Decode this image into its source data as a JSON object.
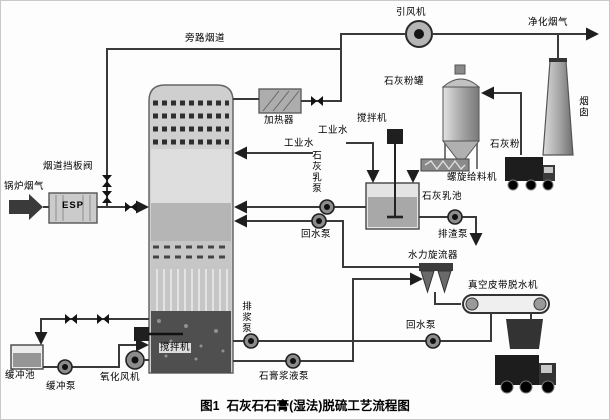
{
  "colors": {
    "ink": "#1a1a1a",
    "steel": "#9b9b9b",
    "pool_dark": "#4f4f4f",
    "background": "#ffffff"
  },
  "caption": {
    "figure": "图1",
    "title": "石灰石石膏(湿法)脱硫工艺流程图"
  },
  "labels": {
    "boiler_flue_gas": "锅炉烟气",
    "flue_damper_valve": "烟道挡板阀",
    "esp": "ESP",
    "bypass_flue": "旁路烟道",
    "induced_draft_fan": "引风机",
    "clean_flue_gas": "净化烟气",
    "chimney": "烟囱",
    "heater": "加热器",
    "industrial_water_tower": "工业水",
    "industrial_water_tank": "工业水",
    "agitator_top": "搅拌机",
    "lime_powder_tank": "石灰粉罐",
    "lime_powder": "石灰粉",
    "lime_milk_pump": "石灰乳泵",
    "screw_feeder": "螺旋给料机",
    "lime_milk_pool": "石灰乳池",
    "return_water_pump_upper": "回水泵",
    "slag_discharge_pump": "排渣泵",
    "hydrocyclone": "水力旋流器",
    "vacuum_belt_dewaterer": "真空皮带脱水机",
    "slurry_discharge_pump": "排浆泵",
    "return_water_pump_lower": "回水泵",
    "agitator_bottom": "搅拌机",
    "buffer_pool": "缓冲池",
    "buffer_pump": "缓冲泵",
    "oxidation_fan": "氧化风机",
    "gypsum_slurry_pump": "石膏浆液泵"
  }
}
